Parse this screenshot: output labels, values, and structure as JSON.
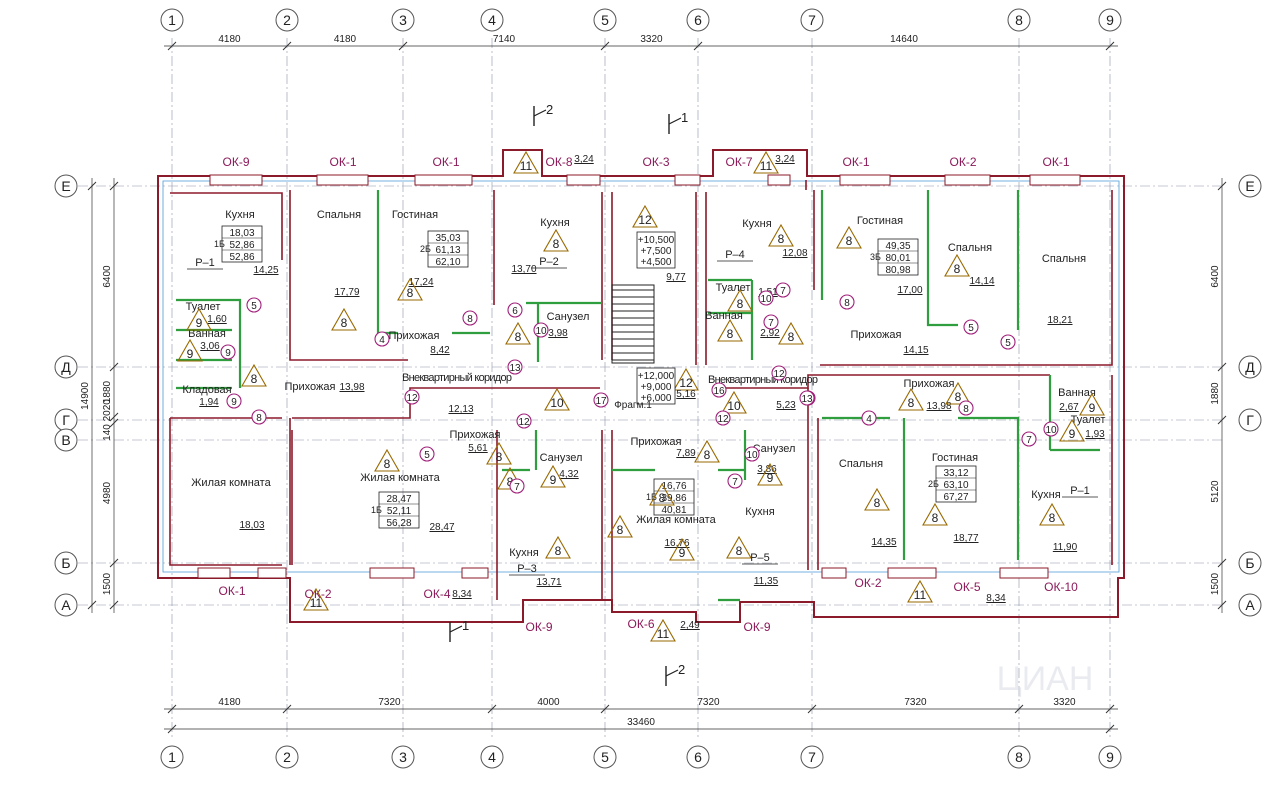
{
  "axes": {
    "top_labels": [
      "1",
      "2",
      "3",
      "4",
      "5",
      "6",
      "7",
      "8",
      "9"
    ],
    "left_labels": [
      "Е",
      "Д",
      "Г",
      "В",
      "Б",
      "А"
    ],
    "right_labels": [
      "Е",
      "Д",
      "Г",
      "Б",
      "А"
    ]
  },
  "dimensions": {
    "top": [
      "4180",
      "4180",
      "7140",
      "3320",
      "14640"
    ],
    "bottom": [
      "4180",
      "7320",
      "4000",
      "7320",
      "7320",
      "3320"
    ],
    "bottom_total": "33460",
    "left": [
      "6400",
      "1880",
      "140",
      "2020",
      "4980",
      "1500"
    ],
    "left_total": "14900",
    "right": [
      "6400",
      "1880",
      "5120",
      "1500"
    ]
  },
  "sections": [
    "2",
    "1",
    "1",
    "2"
  ],
  "windows": [
    "ОК-9",
    "ОК-1",
    "ОК-1",
    "ОК-8",
    "ОК-3",
    "ОК-7",
    "ОК-1",
    "ОК-2",
    "ОК-1",
    "ОК-1",
    "ОК-2",
    "ОК-4",
    "ОК-9",
    "ОК-6",
    "ОК-9",
    "ОК-2",
    "ОК-5",
    "ОК-10"
  ],
  "risers": [
    "Р–1",
    "Р–2",
    "Р–4",
    "Р–3",
    "Р–5",
    "Р–1"
  ],
  "elevations": {
    "top": [
      "+10,500",
      "+7,500",
      "+4,500"
    ],
    "bottom": [
      "+12,000",
      "+9,000",
      "+6,000"
    ],
    "fragment": "Фрагм.1"
  },
  "rooms": [
    {
      "name": "Кухня",
      "area": "14,25"
    },
    {
      "name": "Спальня",
      "area": "17,79"
    },
    {
      "name": "Гостиная",
      "area": "17,24"
    },
    {
      "name": "Прихожая",
      "area": "8,42"
    },
    {
      "name": "Кухня",
      "area": "13,70"
    },
    {
      "name": "Санузел",
      "area": "3,98"
    },
    {
      "name": "Кухня",
      "area": "12,08"
    },
    {
      "name": "Гостиная",
      "area": "17,00"
    },
    {
      "name": "Спальня",
      "area": "14,14"
    },
    {
      "name": "Спальня",
      "area": "18,21"
    },
    {
      "name": "Прихожая",
      "area": "14,15"
    },
    {
      "name": "Туалет",
      "area": "1,60"
    },
    {
      "name": "Ванная",
      "area": "3,06"
    },
    {
      "name": "Кладовая",
      "area": "1,94"
    },
    {
      "name": "Прихожая",
      "area": "13,98"
    },
    {
      "name": "Внеквартирный коридор",
      "area": "12,13"
    },
    {
      "name": "Внеквартирный коридор",
      "area": "5,23"
    },
    {
      "name": "Прихожая",
      "area": "13,98"
    },
    {
      "name": "Туалет",
      "area": "1,51"
    },
    {
      "name": "Ванная",
      "area": "2,92"
    },
    {
      "name": "Ванная",
      "area": "2,67"
    },
    {
      "name": "Туалет",
      "area": "1,93"
    },
    {
      "name": "Жилая комната",
      "area": "18,03"
    },
    {
      "name": "Жилая комната",
      "area": "28,47"
    },
    {
      "name": "Прихожая",
      "area": "5,61"
    },
    {
      "name": "Санузел",
      "area": "4,32"
    },
    {
      "name": "Кухня",
      "area": "13,71"
    },
    {
      "name": "Прихожая",
      "area": "7,89"
    },
    {
      "name": "Жилая комната",
      "area": "16,76"
    },
    {
      "name": "Санузел",
      "area": "3,86"
    },
    {
      "name": "Кухня",
      "area": "11,35"
    },
    {
      "name": "Спальня",
      "area": "14,35"
    },
    {
      "name": "Гостиная",
      "area": "18,77"
    },
    {
      "name": "Кухня",
      "area": "11,90"
    }
  ],
  "apartments": [
    {
      "type": "1Б",
      "values": [
        "18,03",
        "52,86",
        "52,86"
      ]
    },
    {
      "type": "2Б",
      "values": [
        "35,03",
        "61,13",
        "62,10"
      ]
    },
    {
      "type": "3Б",
      "values": [
        "49,35",
        "80,01",
        "80,98"
      ]
    },
    {
      "type": "1Б",
      "values": [
        "28,47",
        "52,11",
        "56,28"
      ]
    },
    {
      "type": "1Б",
      "values": [
        "16,76",
        "39,86",
        "40,81"
      ]
    },
    {
      "type": "2Б",
      "values": [
        "33,12",
        "63,10",
        "67,27"
      ]
    }
  ],
  "misc_areas": [
    "3,24",
    "3,24",
    "9,77",
    "5,16",
    "8,34",
    "8,34",
    "2,49"
  ],
  "triangle_tags": [
    "11",
    "11",
    "12",
    "8",
    "8",
    "8",
    "8",
    "8",
    "8",
    "8",
    "8",
    "9",
    "9",
    "8",
    "10",
    "12",
    "10",
    "8",
    "8",
    "8",
    "9",
    "9",
    "9",
    "9",
    "8",
    "8",
    "8",
    "9",
    "8",
    "8",
    "8",
    "8",
    "8",
    "8",
    "8",
    "8",
    "8",
    "11",
    "11",
    "11"
  ],
  "circle_tags": [
    "5",
    "9",
    "9",
    "8",
    "4",
    "8",
    "6",
    "10",
    "7",
    "10",
    "7",
    "8",
    "5",
    "5",
    "4",
    "8",
    "7",
    "10",
    "12",
    "12",
    "13",
    "13",
    "17",
    "16",
    "12",
    "12",
    "13",
    "10",
    "7",
    "7",
    "5"
  ],
  "watermark": "ЦИАН"
}
